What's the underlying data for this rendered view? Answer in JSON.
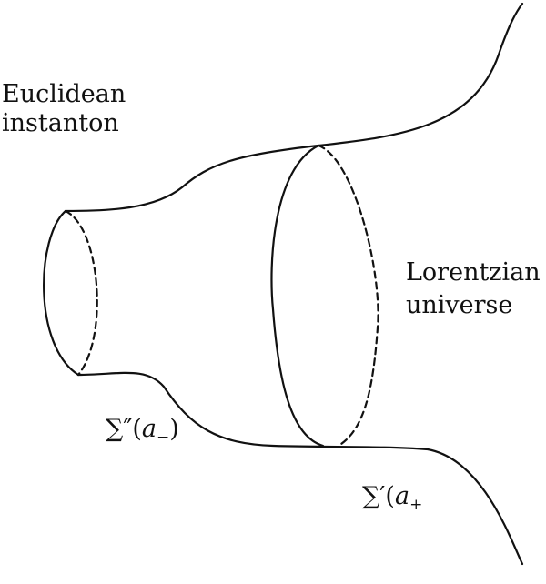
{
  "labels": {
    "euclidean_line1": "Euclidean",
    "euclidean_line2": "instanton",
    "lorentzian_line1": "Lorentzian",
    "lorentzian_line2": "universe",
    "sigma_minus": {
      "symbol": "∑",
      "prime": "″",
      "open": "(",
      "var": "a",
      "sub": "−",
      "close": ")"
    },
    "sigma_plus": {
      "symbol": "∑",
      "prime": "′",
      "open": "(",
      "var": "a",
      "sub": "+",
      "close": ")"
    }
  },
  "style": {
    "line_color": "#111111",
    "background": "#ffffff"
  }
}
